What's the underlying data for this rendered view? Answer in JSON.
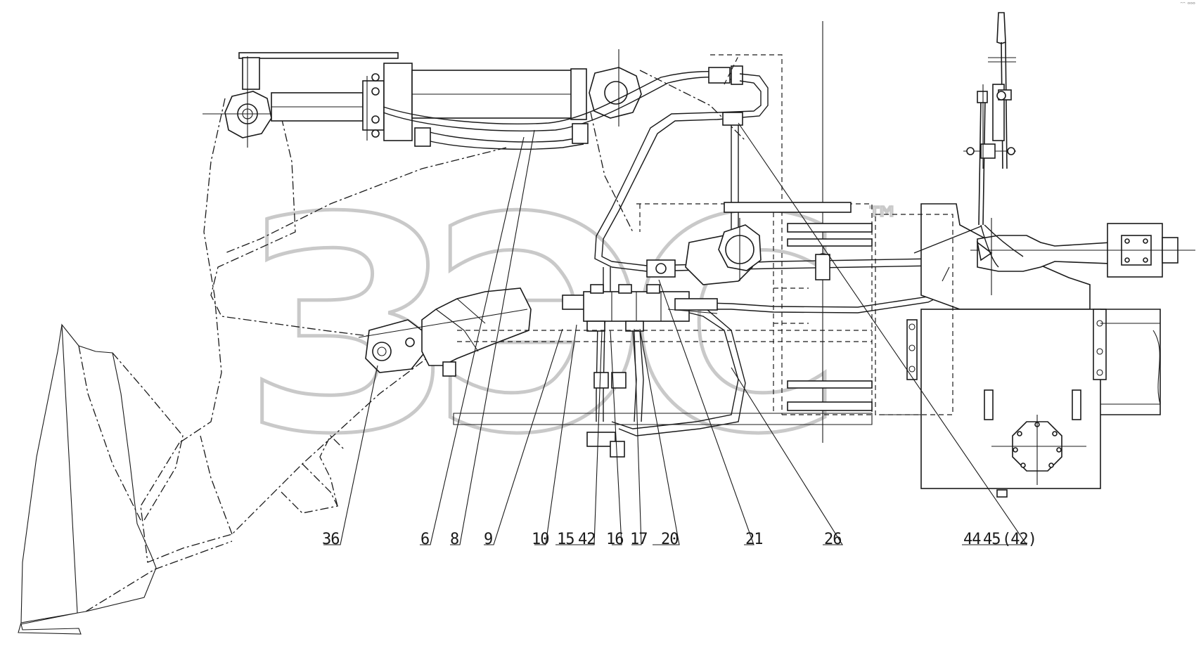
{
  "watermark": {
    "text": "ЗЭС",
    "trademark": "™"
  },
  "corner_marker": "ᵔᵔ ᵒᵒᵒ",
  "callouts": [
    {
      "id": "c36",
      "label": "36"
    },
    {
      "id": "c6",
      "label": "6"
    },
    {
      "id": "c8",
      "label": "8"
    },
    {
      "id": "c9",
      "label": "9"
    },
    {
      "id": "c10",
      "label": "10"
    },
    {
      "id": "c15",
      "label": "15"
    },
    {
      "id": "c42a",
      "label": "42"
    },
    {
      "id": "c16",
      "label": "16"
    },
    {
      "id": "c17",
      "label": "17"
    },
    {
      "id": "c20",
      "label": "20"
    },
    {
      "id": "c21",
      "label": "21"
    },
    {
      "id": "c26",
      "label": "26"
    },
    {
      "id": "c44",
      "label": "44"
    },
    {
      "id": "c45",
      "label": "45"
    },
    {
      "id": "c42b",
      "label": "(42)"
    }
  ]
}
